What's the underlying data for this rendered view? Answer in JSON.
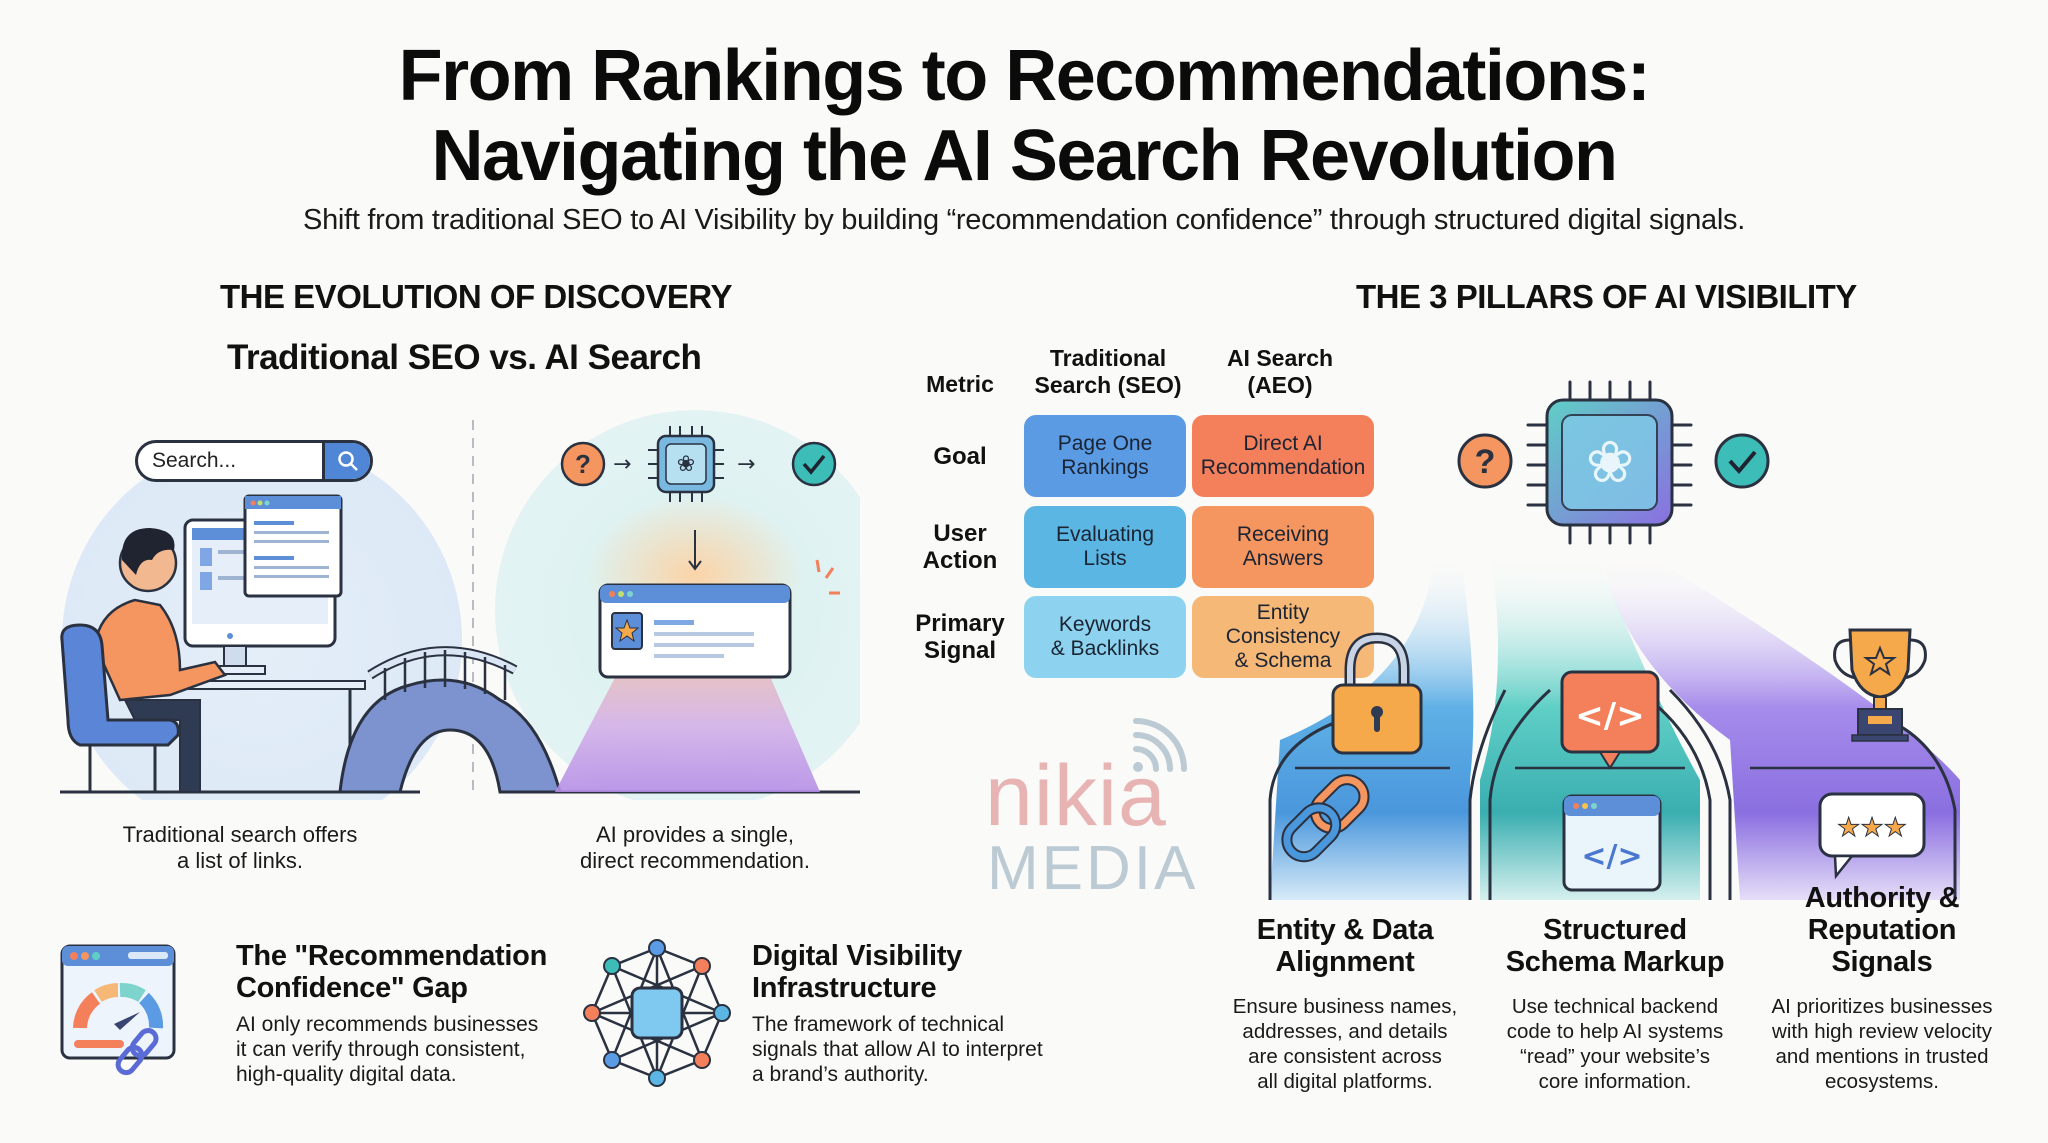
{
  "header": {
    "title_line1": "From Rankings to Recommendations:",
    "title_line2": "Navigating the AI Search Revolution",
    "subtitle": "Shift from traditional SEO to AI Visibility by building “recommendation confidence” through structured digital signals."
  },
  "evolution": {
    "section_title": "THE EVOLUTION OF DISCOVERY",
    "subtitle": "Traditional SEO vs. AI Search",
    "search_placeholder": "Search...",
    "left_caption_1": "Traditional search offers",
    "left_caption_2": "a list of links.",
    "right_caption_1": "AI provides a single,",
    "right_caption_2": "direct recommendation.",
    "icons": [
      "search-icon",
      "person-at-computer",
      "bridge",
      "question-icon",
      "ai-chip-brain-icon",
      "check-icon",
      "star-result-window"
    ]
  },
  "comparison_table": {
    "headers": {
      "metric": "Metric",
      "seo_1": "Traditional",
      "seo_2": "Search (SEO)",
      "aeo_1": "AI Search",
      "aeo_2": "(AEO)"
    },
    "rows": [
      {
        "label_1": "Goal",
        "label_2": "",
        "seo_1": "Page One",
        "seo_2": "Rankings",
        "aeo_1": "Direct AI",
        "aeo_2": "Recommendation",
        "aeo_3": ""
      },
      {
        "label_1": "User",
        "label_2": "Action",
        "seo_1": "Evaluating",
        "seo_2": "Lists",
        "aeo_1": "Receiving",
        "aeo_2": "Answers",
        "aeo_3": ""
      },
      {
        "label_1": "Primary",
        "label_2": "Signal",
        "seo_1": "Keywords",
        "seo_2": "& Backlinks",
        "aeo_1": "Entity",
        "aeo_2": "Consistency",
        "aeo_3": "& Schema"
      }
    ],
    "colors": {
      "seo": [
        "#5a9be3",
        "#5bb6e3",
        "#8dd3ef"
      ],
      "aeo": [
        "#f47f5b",
        "#f5955f",
        "#f6b877"
      ]
    }
  },
  "info_blocks": [
    {
      "title_1": "The \"Recommendation",
      "title_2": "Confidence\" Gap",
      "desc_1": "AI only recommends businesses",
      "desc_2": "it can verify through consistent,",
      "desc_3": "high-quality digital data.",
      "icon": "gauge-broken-link-icon"
    },
    {
      "title_1": "Digital Visibility",
      "title_2": "Infrastructure",
      "desc_1": "The framework of technical",
      "desc_2": "signals that allow AI to interpret",
      "desc_3": "a brand’s authority.",
      "icon": "network-chip-icon"
    }
  ],
  "pillars": {
    "section_title": "THE 3 PILLARS OF AI VISIBILITY",
    "items": [
      {
        "title_1": "Entity & Data",
        "title_2": "Alignment",
        "title_3": "",
        "desc": [
          "Ensure business names,",
          "addresses, and details",
          "are consistent across",
          "all digital platforms."
        ],
        "icons": [
          "lock-icon",
          "chain-link-icon"
        ],
        "color": "#4a9ee0"
      },
      {
        "title_1": "Structured",
        "title_2": "Schema Markup",
        "title_3": "",
        "desc": [
          "Use technical backend",
          "code to help AI systems",
          "“read” your website’s",
          "core information."
        ],
        "icons": [
          "code-bubble-icon",
          "code-window-icon"
        ],
        "color": "#3cbdb8"
      },
      {
        "title_1": "Authority &",
        "title_2": "Reputation",
        "title_3": "Signals",
        "desc": [
          "AI prioritizes businesses",
          "with high review velocity",
          "and mentions in trusted",
          "ecosystems."
        ],
        "icons": [
          "trophy-icon",
          "star-review-bubble-icon"
        ],
        "color": "#8a6fe0"
      }
    ]
  },
  "watermark": {
    "line1": "nikia",
    "line2": "MEDIA"
  }
}
